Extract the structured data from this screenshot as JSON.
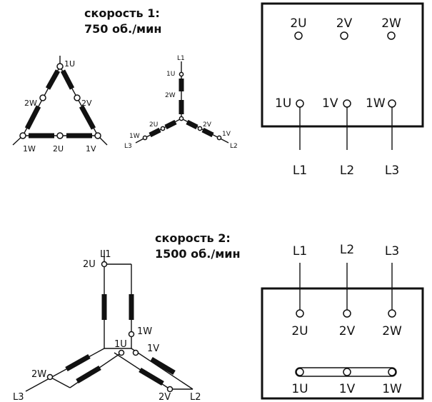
{
  "speed1": {
    "line1": "скорость 1:",
    "line2": "750 об./мин"
  },
  "speed2": {
    "line1": "скорость 2:",
    "line2": "1500 об./мин"
  },
  "delta": {
    "top": "1U",
    "left": "2W",
    "right": "2V",
    "bottom_left": "1W",
    "bottom_mid": "2U",
    "bottom_right": "1V"
  },
  "star_small": {
    "l1": "L1",
    "u1": "1U",
    "w2": "2W",
    "u2": "2U",
    "v2": "2V",
    "w1": "1W",
    "v1": "1V",
    "l3": "L3",
    "l2": "L2"
  },
  "box1": {
    "top_terminals": [
      "2U",
      "2V",
      "2W"
    ],
    "bottom_terminals": [
      "1U",
      "1V",
      "1W"
    ],
    "lines": [
      "L1",
      "L2",
      "L3"
    ]
  },
  "star_large": {
    "l1": "L1",
    "u2": "2U",
    "w1": "1W",
    "u1": "1U",
    "v1": "1V",
    "w2": "2W",
    "v2": "2V",
    "l3": "L3",
    "l2": "L2"
  },
  "box2": {
    "lines": [
      "L1",
      "L2",
      "L3"
    ],
    "mid_terminals": [
      "2U",
      "2V",
      "2W"
    ],
    "bottom_terminals": [
      "1U",
      "1V",
      "1W"
    ]
  }
}
